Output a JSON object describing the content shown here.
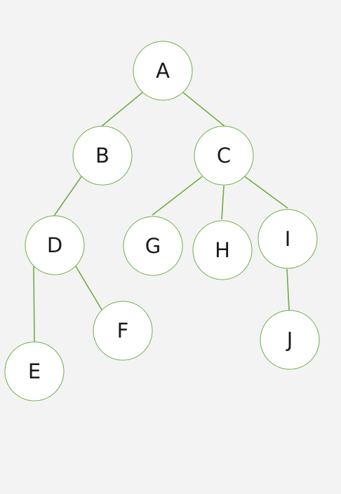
{
  "diagram": {
    "type": "tree",
    "colors": {
      "background": "#f3f3f3",
      "edge": "#70ad47",
      "node_fill": "#ffffff",
      "node_stroke": "#70ad47",
      "label": "#1a1a1a"
    },
    "nodes": {
      "a": {
        "label": "A"
      },
      "b": {
        "label": "B"
      },
      "c": {
        "label": "C"
      },
      "d": {
        "label": "D"
      },
      "e": {
        "label": "E"
      },
      "f": {
        "label": "F"
      },
      "g": {
        "label": "G"
      },
      "h": {
        "label": "H"
      },
      "i": {
        "label": "I"
      },
      "j": {
        "label": "J"
      }
    },
    "edges": [
      {
        "from": "A",
        "to": "B"
      },
      {
        "from": "A",
        "to": "C"
      },
      {
        "from": "B",
        "to": "D"
      },
      {
        "from": "D",
        "to": "E"
      },
      {
        "from": "D",
        "to": "F"
      },
      {
        "from": "C",
        "to": "G"
      },
      {
        "from": "C",
        "to": "H"
      },
      {
        "from": "C",
        "to": "I"
      },
      {
        "from": "I",
        "to": "J"
      }
    ]
  }
}
